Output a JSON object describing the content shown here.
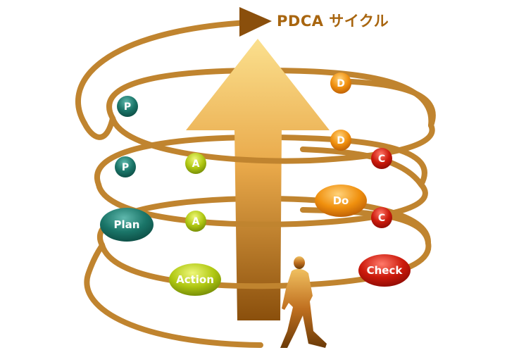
{
  "title": "PDCA サイクル",
  "colors": {
    "spiral": "#c0842f",
    "arrow_top": "#f7d06a",
    "arrow_bottom": "#9c5a10",
    "plan": "#1d7a6e",
    "do": "#e88a10",
    "check": "#c8150c",
    "action": "#a8c010"
  },
  "nodes": {
    "plan_large": "Plan",
    "do_large": "Do",
    "check_large": "Check",
    "action_large": "Action",
    "p_mid": "P",
    "a_mid": "A",
    "c_mid": "C",
    "d_mid": "D",
    "a_low": "A",
    "c_low": "C",
    "p_top": "P",
    "d_top": "D"
  },
  "icons": [
    "walking-person-icon",
    "upward-arrow-icon"
  ]
}
